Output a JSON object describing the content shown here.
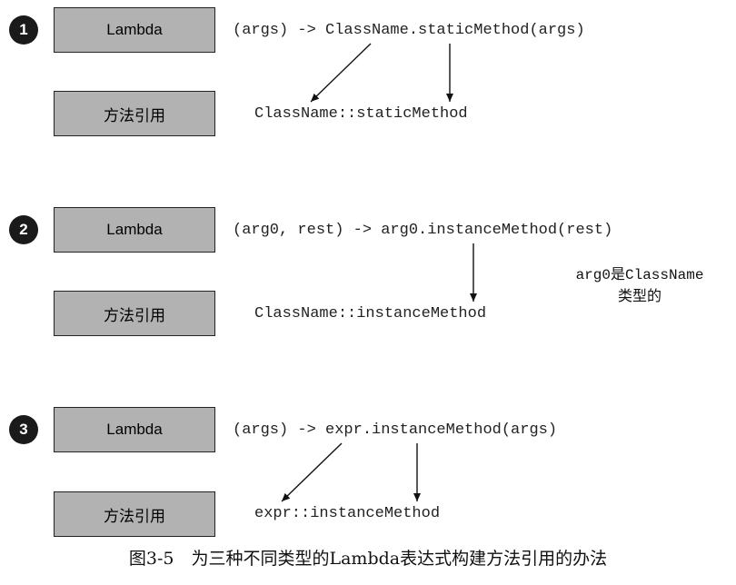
{
  "sections": [
    {
      "number": "1",
      "lambda_label": "Lambda",
      "ref_label": "方法引用",
      "lambda_code": "(args) -> ClassName.staticMethod(args)",
      "ref_code": "ClassName::staticMethod"
    },
    {
      "number": "2",
      "lambda_label": "Lambda",
      "ref_label": "方法引用",
      "lambda_code": "(arg0, rest) -> arg0.instanceMethod(rest)",
      "ref_code": "ClassName::instanceMethod",
      "note_code": "arg0",
      "note_text1": "是",
      "note_code2": "ClassName",
      "note_text2": "类型的"
    },
    {
      "number": "3",
      "lambda_label": "Lambda",
      "ref_label": "方法引用",
      "lambda_code": "(args) -> expr.instanceMethod(args)",
      "ref_code": "expr::instanceMethod"
    }
  ],
  "caption": "图3-5　为三种不同类型的Lambda表达式构建方法引用的办法"
}
